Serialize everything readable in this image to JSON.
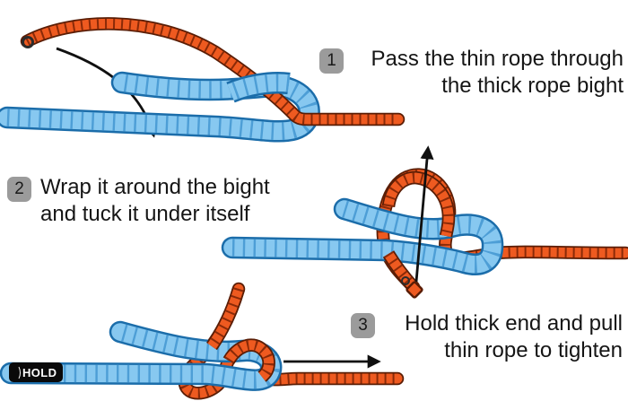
{
  "diagram": {
    "type": "knot-tying-instructions",
    "steps": [
      {
        "number": "1",
        "lines": [
          "Pass the thin rope through",
          "the thick rope bight"
        ]
      },
      {
        "number": "2",
        "lines": [
          "Wrap it around the bight",
          "and tuck it under itself"
        ]
      },
      {
        "number": "3",
        "lines": [
          "Hold thick end and pull",
          "thin rope to tighten"
        ]
      }
    ],
    "hold_label": "HOLD",
    "icons": {
      "step1_arrow": "curved-down-arrow",
      "step2_arrow": "straight-up-arrow",
      "step3_arrow": "straight-right-arrow"
    }
  },
  "colors": {
    "background": "#FFFFFF",
    "thick_rope": "#87C8F0",
    "thick_rope_segment": "#4D9ED6",
    "thick_rope_outline": "#1B6DAA",
    "thin_rope": "#EE5A20",
    "thin_rope_segment": "#8A2A08",
    "thin_rope_outline": "#5A1D05",
    "badge_bg": "#9B9B9B",
    "badge_text": "#1A1A1A",
    "text": "#151515",
    "arrow": "#101010",
    "hold_bg": "#0A0A0A",
    "hold_text": "#FFFFFF"
  }
}
